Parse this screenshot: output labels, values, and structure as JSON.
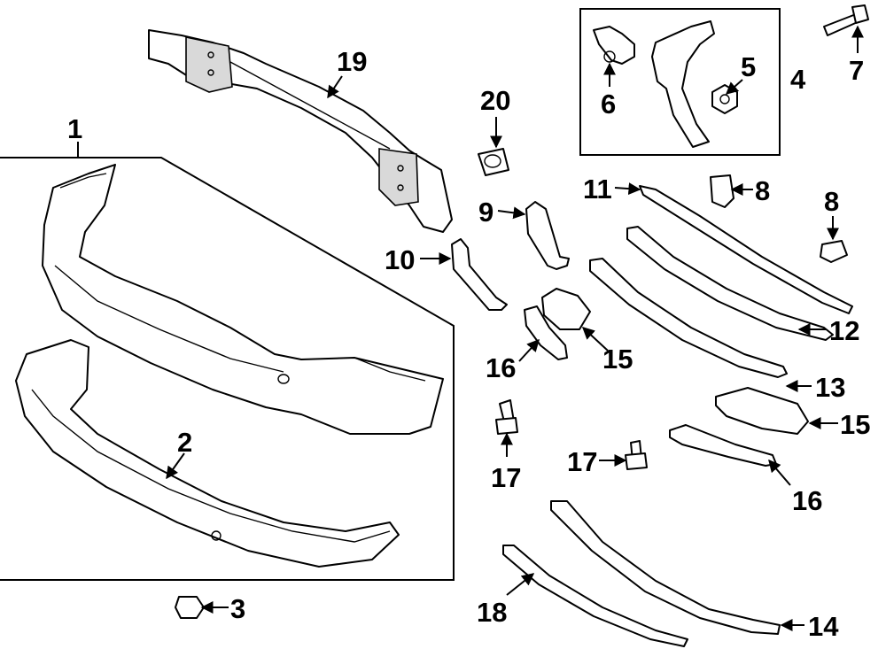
{
  "callouts": {
    "c1": "1",
    "c2": "2",
    "c3": "3",
    "c4": "4",
    "c5": "5",
    "c6": "6",
    "c7": "7",
    "c8a": "8",
    "c8b": "8",
    "c9": "9",
    "c10": "10",
    "c11": "11",
    "c12": "12",
    "c13": "13",
    "c14": "14",
    "c15a": "15",
    "c15b": "15",
    "c16a": "16",
    "c16b": "16",
    "c17a": "17",
    "c17b": "17",
    "c18": "18",
    "c19": "19",
    "c20": "20"
  }
}
